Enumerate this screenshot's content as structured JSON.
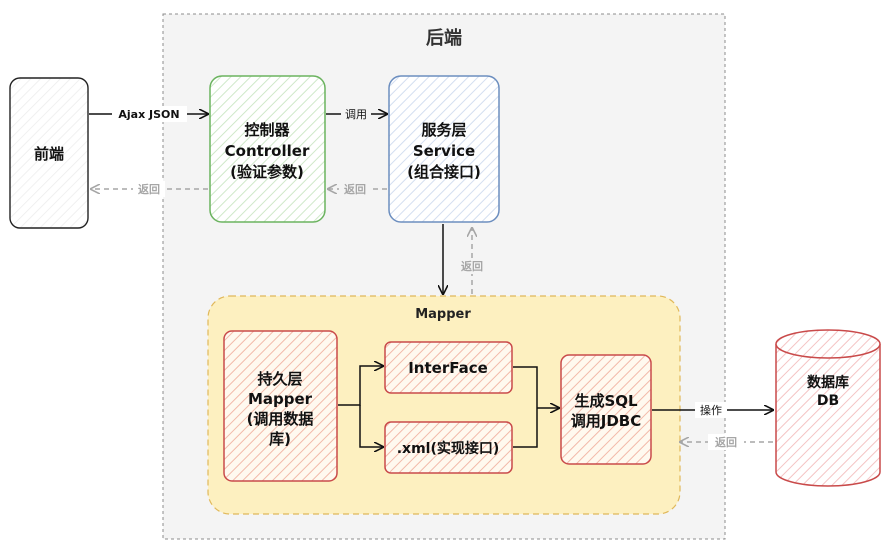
{
  "backend": {
    "title": "后端"
  },
  "frontend": {
    "label": "前端"
  },
  "controller": {
    "line1": "控制器",
    "line2": "Controller",
    "line3": "(验证参数)"
  },
  "service": {
    "line1": "服务层",
    "line2": "Service",
    "line3": "(组合接口)"
  },
  "mapper_group": {
    "title": "Mapper"
  },
  "persistence": {
    "line1": "持久层",
    "line2": "Mapper",
    "line3": "(调用数据",
    "line4": "库)"
  },
  "interface_box": {
    "label": "InterFace"
  },
  "xml_box": {
    "label": ".xml(实现接口)"
  },
  "sqlgen": {
    "line1": "生成SQL",
    "line2": "调用JDBC"
  },
  "database": {
    "line1": "数据库",
    "line2": "DB"
  },
  "edges": {
    "ajax": "Ajax JSON",
    "call": "调用",
    "ret_controller": "返回",
    "ret_service": "返回",
    "ret_mapper": "返回",
    "operate": "操作",
    "ret_db": "返回"
  },
  "colors": {
    "green": "#6bb35f",
    "blue": "#6c8ebf",
    "red": "#c94a4a",
    "yellow_fill": "#fdf0c0",
    "yellow_stroke": "#e0b85a",
    "gray_dash": "#a6a6a6"
  }
}
